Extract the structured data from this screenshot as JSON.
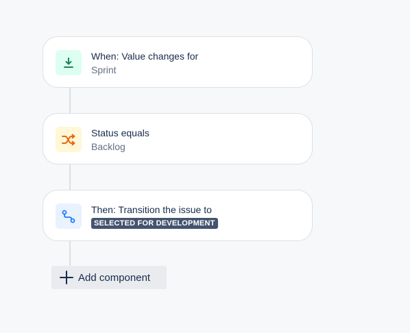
{
  "colors": {
    "trigger_icon_bg": "#dcfff1",
    "trigger_icon": "#1f845a",
    "condition_icon_bg": "#fff7d6",
    "condition_icon": "#e56910",
    "action_icon_bg": "#e9f2ff",
    "action_icon": "#1d7afc",
    "lozenge_bg": "#44546f"
  },
  "rule": {
    "trigger": {
      "icon": "value-change-icon",
      "title": "When: Value changes for",
      "subtitle": "Sprint"
    },
    "condition": {
      "icon": "shuffle-icon",
      "title": "Status equals",
      "subtitle": "Backlog"
    },
    "action": {
      "icon": "transition-icon",
      "title": "Then: Transition the issue to",
      "status_lozenge": "SELECTED FOR DEVELOPMENT"
    }
  },
  "add_component": {
    "icon": "plus-icon",
    "label": "Add component"
  }
}
